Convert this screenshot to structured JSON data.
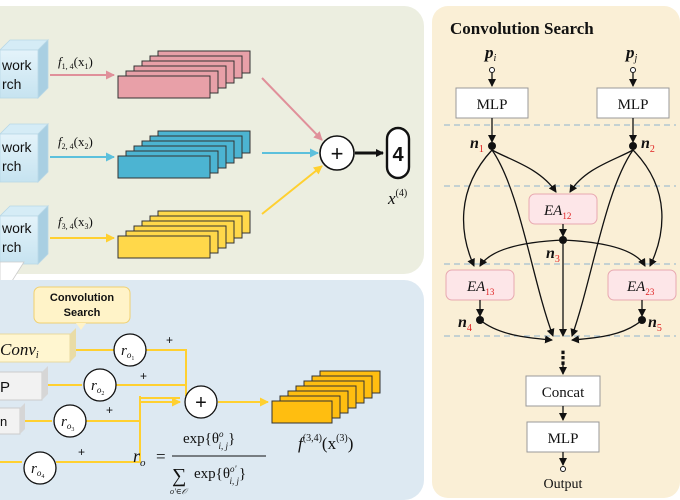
{
  "search_blocks": [
    {
      "line1": "work",
      "line2": "rch"
    },
    {
      "line1": "work",
      "line2": "rch"
    },
    {
      "line1": "work",
      "line2": "rch"
    }
  ],
  "feature_labels": [
    {
      "fn": "f",
      "sub": "1, 4",
      "arg": "(x",
      "argsub": "1",
      "close": ")"
    },
    {
      "fn": "f",
      "sub": "2, 4",
      "arg": "(x",
      "argsub": "2",
      "close": ")"
    },
    {
      "fn": "f",
      "sub": "3, 4",
      "arg": "(x",
      "argsub": "3",
      "close": ")"
    }
  ],
  "sum_symbol": "+",
  "node4": {
    "label": "4",
    "out": "x",
    "out_sup": "(4)"
  },
  "bottom_left": {
    "callout": {
      "line1": "Convolution",
      "line2": "Search"
    },
    "ops": [
      {
        "text": "Conv",
        "sub": "i"
      },
      {
        "text": "P"
      },
      {
        "text": "n"
      },
      {
        "text": ""
      }
    ],
    "r_nodes": [
      {
        "r": "r",
        "sub": "o",
        "subsub": "1"
      },
      {
        "r": "r",
        "sub": "o",
        "subsub": "2"
      },
      {
        "r": "r",
        "sub": "o",
        "subsub": "3"
      },
      {
        "r": "r",
        "sub": "o",
        "subsub": "4"
      }
    ],
    "plus_marks": [
      "+",
      "+",
      "+",
      "+"
    ],
    "sum_symbol": "+",
    "formula": {
      "lhs": "r",
      "lhs_sub": "o",
      "eq": "=",
      "num": "exp{θ",
      "num_sup": "o",
      "num_sub": "i, j",
      "num_close": "}",
      "den_sum": "∑",
      "den": "exp{θ",
      "den_sup": "o'",
      "den_sub": "i, j",
      "den_close": "}",
      "den_under": "o'∈𝒪"
    },
    "output": {
      "fn": "f",
      "sup": "(3,4)",
      "arg": "(x",
      "argsup": "(3)",
      "close": ")"
    }
  },
  "right_panel": {
    "title": "Convolution Search",
    "inputs": [
      {
        "p": "p",
        "sub": "i"
      },
      {
        "p": "p",
        "sub": "j"
      }
    ],
    "mlp_top": [
      "MLP",
      "MLP"
    ],
    "nodes": [
      {
        "n": "n",
        "sub": "1"
      },
      {
        "n": "n",
        "sub": "2"
      },
      {
        "n": "n",
        "sub": "3"
      },
      {
        "n": "n",
        "sub": "4"
      },
      {
        "n": "n",
        "sub": "5"
      }
    ],
    "ea": [
      {
        "t": "EA",
        "sub": "12"
      },
      {
        "t": "EA",
        "sub": "13"
      },
      {
        "t": "EA",
        "sub": "23"
      }
    ],
    "concat": "Concat",
    "mlp_bottom": "MLP",
    "output": "Output",
    "dots": "⋮"
  },
  "colors": {
    "top_panel": "#eceee0",
    "bottom_panel": "#dde9f2",
    "right_panel": "#faefd6",
    "pink": "#e8a0a8",
    "blue": "#4cb4d2",
    "yellow": "#ffd84a",
    "gold": "#ffbe10",
    "ea_fill": "#fde6e8",
    "red_sub": "#e02020"
  }
}
